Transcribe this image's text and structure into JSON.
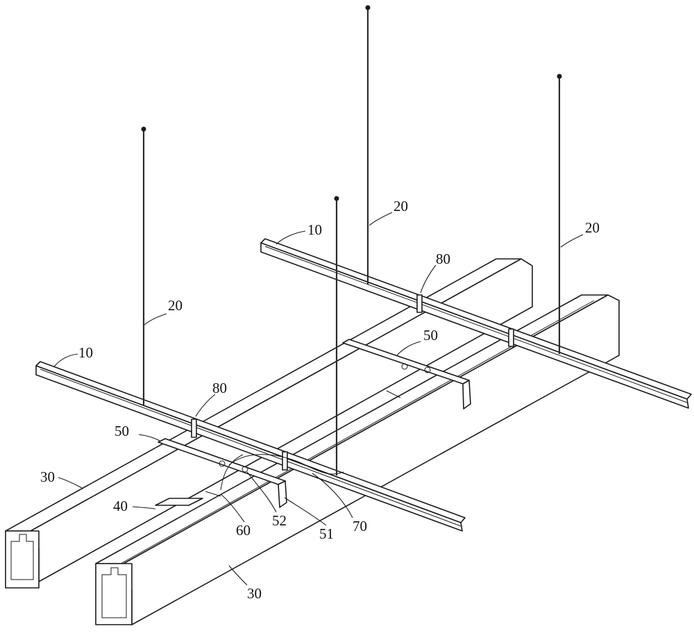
{
  "diagram": {
    "labels": {
      "channel": "10",
      "rod": "20",
      "beam": "30",
      "connector": "40",
      "clamp": "50",
      "clamp_part_a": "51",
      "clamp_part_b": "52",
      "bolt": "60",
      "wire": "70",
      "joint": "80"
    }
  }
}
